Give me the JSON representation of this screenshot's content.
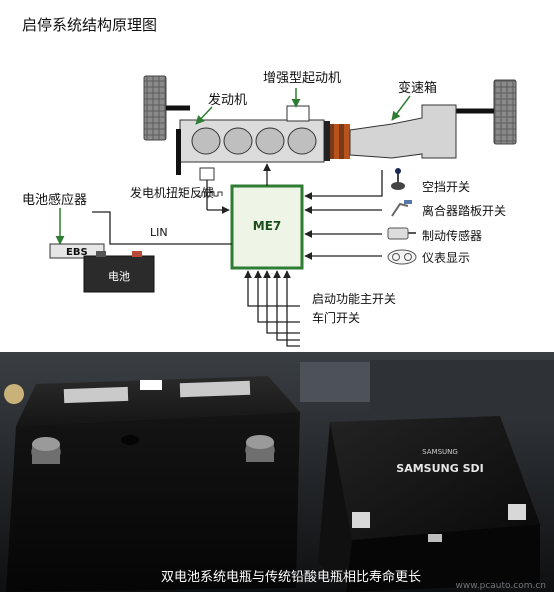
{
  "diagram": {
    "title": "启停系统结构原理图",
    "labels": {
      "starter": "增强型起动机",
      "engine": "发动机",
      "gearbox": "变速箱",
      "alternator_feedback": "发电机扭矩反馈",
      "battery_sensor": "电池感应器",
      "ecu": "ME7",
      "lin": "LIN",
      "ebs": "EBS",
      "battery": "电池",
      "neutral_switch": "空挡开关",
      "clutch_pedal_switch": "离合器踏板开关",
      "brake_sensor": "制动传感器",
      "instrument_display": "仪表显示",
      "start_main_switch": "启动功能主开关",
      "door_switch": "车门开关"
    },
    "colors": {
      "ecu_fill": "#eef4e6",
      "ecu_border": "#2f7d32",
      "callout_green": "#2f7d32",
      "starter_ring": "#b8531e"
    }
  },
  "photo": {
    "brand_line1": "SAMSUNG",
    "brand_line2": "SAMSUNG SDI",
    "caption": "双电池系统电瓶与传统铅酸电瓶相比寿命更长",
    "watermark": "www.pcauto.com.cn"
  }
}
